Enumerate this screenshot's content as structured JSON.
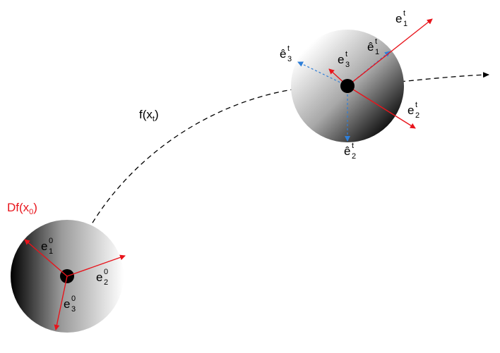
{
  "colors": {
    "red": "#e8141b",
    "blue": "#2f7fd8",
    "black": "#000000"
  },
  "labels": {
    "map": {
      "base": "f(x",
      "sub": "t",
      "close": ")"
    },
    "jacobian": {
      "base": "Df(x",
      "sub": "0",
      "close": ")"
    },
    "initial": {
      "e1": {
        "base": "e",
        "sub": "1",
        "sup": "0"
      },
      "e2": {
        "base": "e",
        "sub": "2",
        "sup": "0"
      },
      "e3": {
        "base": "e",
        "sub": "3",
        "sup": "0"
      }
    },
    "transformed": {
      "e1": {
        "base": "e",
        "sub": "1",
        "sup": "t"
      },
      "e2": {
        "base": "e",
        "sub": "2",
        "sup": "t"
      },
      "e3": {
        "base": "e",
        "sub": "3",
        "sup": "t"
      }
    },
    "hat": {
      "e1": {
        "base": "ê",
        "sub": "1",
        "sup": "t"
      },
      "e2": {
        "base": "ê",
        "sub": "2",
        "sup": "t"
      },
      "e3": {
        "base": "ê",
        "sub": "3",
        "sup": "t"
      }
    }
  }
}
